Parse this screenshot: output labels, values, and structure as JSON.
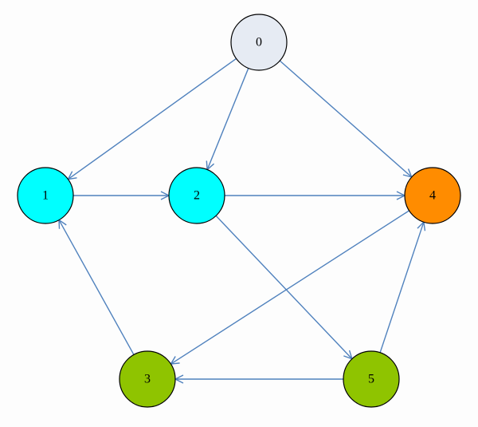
{
  "graph": {
    "directed": true,
    "nodes": [
      {
        "id": "0",
        "label": "0",
        "color": "#e6ebf3"
      },
      {
        "id": "1",
        "label": "1",
        "color": "#00ffff"
      },
      {
        "id": "2",
        "label": "2",
        "color": "#00ffff"
      },
      {
        "id": "3",
        "label": "3",
        "color": "#8fc400"
      },
      {
        "id": "4",
        "label": "4",
        "color": "#ff8c00"
      },
      {
        "id": "5",
        "label": "5",
        "color": "#8fc400"
      }
    ],
    "edges": [
      {
        "from": "0",
        "to": "1"
      },
      {
        "from": "0",
        "to": "2"
      },
      {
        "from": "0",
        "to": "4"
      },
      {
        "from": "1",
        "to": "2"
      },
      {
        "from": "2",
        "to": "4"
      },
      {
        "from": "2",
        "to": "5"
      },
      {
        "from": "3",
        "to": "1"
      },
      {
        "from": "4",
        "to": "3"
      },
      {
        "from": "5",
        "to": "3"
      },
      {
        "from": "5",
        "to": "4"
      }
    ],
    "edge_color": "#4f81bd"
  }
}
